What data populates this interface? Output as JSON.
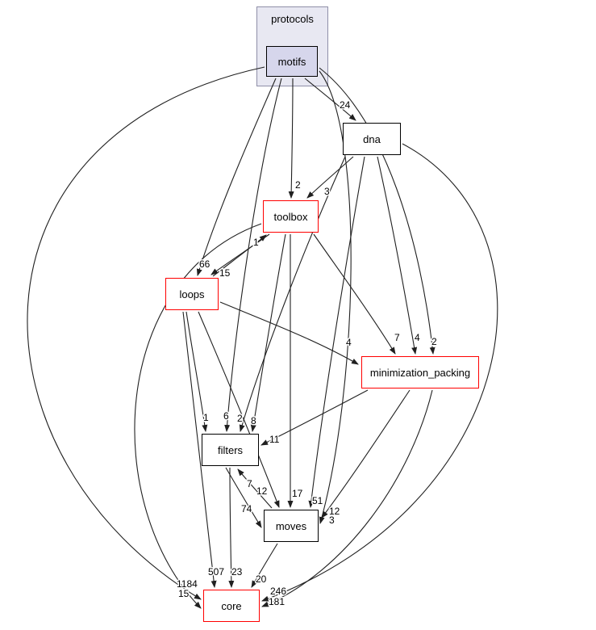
{
  "diagram": {
    "cluster": {
      "label": "protocols"
    },
    "nodes": [
      {
        "id": "motifs",
        "label": "motifs"
      },
      {
        "id": "dna",
        "label": "dna"
      },
      {
        "id": "toolbox",
        "label": "toolbox"
      },
      {
        "id": "loops",
        "label": "loops"
      },
      {
        "id": "minimization_packing",
        "label": "minimization_packing"
      },
      {
        "id": "filters",
        "label": "filters"
      },
      {
        "id": "moves",
        "label": "moves"
      },
      {
        "id": "core",
        "label": "core"
      }
    ],
    "edges": [
      {
        "from": "motifs",
        "to": "dna",
        "label": "24"
      },
      {
        "from": "motifs",
        "to": "toolbox",
        "label": "2"
      },
      {
        "from": "dna",
        "to": "toolbox",
        "label": "3"
      },
      {
        "from": "loops",
        "to": "toolbox",
        "label": "1"
      },
      {
        "from": "motifs",
        "to": "loops",
        "label": "66"
      },
      {
        "from": "toolbox",
        "to": "loops",
        "label": "15"
      },
      {
        "from": "loops",
        "to": "minimization_packing",
        "label": "4"
      },
      {
        "from": "toolbox",
        "to": "minimization_packing",
        "label": "7"
      },
      {
        "from": "dna",
        "to": "minimization_packing",
        "label": "4"
      },
      {
        "from": "motifs",
        "to": "minimization_packing",
        "label": "2"
      },
      {
        "from": "loops",
        "to": "filters",
        "label": "1"
      },
      {
        "from": "motifs",
        "to": "filters",
        "label": "6"
      },
      {
        "from": "dna",
        "to": "filters",
        "label": "2"
      },
      {
        "from": "toolbox",
        "to": "filters",
        "label": "8"
      },
      {
        "from": "minimization_packing",
        "to": "filters",
        "label": "11"
      },
      {
        "from": "moves",
        "to": "filters",
        "label": "7"
      },
      {
        "from": "loops",
        "to": "moves",
        "label": "12"
      },
      {
        "from": "toolbox",
        "to": "moves",
        "label": "17"
      },
      {
        "from": "dna",
        "to": "moves",
        "label": "51"
      },
      {
        "from": "minimization_packing",
        "to": "moves",
        "label": "12"
      },
      {
        "from": "filters",
        "to": "moves",
        "label": "74"
      },
      {
        "from": "motifs",
        "to": "moves",
        "label": "3"
      },
      {
        "from": "loops",
        "to": "core",
        "label": "507"
      },
      {
        "from": "filters",
        "to": "core",
        "label": "23"
      },
      {
        "from": "moves",
        "to": "core",
        "label": "20"
      },
      {
        "from": "dna",
        "to": "core",
        "label": "246"
      },
      {
        "from": "minimization_packing",
        "to": "core",
        "label": "181"
      },
      {
        "from": "motifs",
        "to": "core",
        "label": "1184"
      },
      {
        "from": "toolbox",
        "to": "core",
        "label": "15"
      }
    ],
    "colors": {
      "highlight_border": "#ff0000",
      "node_border": "#000000",
      "cluster_fill": "#e8e8f2",
      "cluster_border": "#8f8fa8",
      "current_node_fill": "#d6d6ec",
      "edge": "#202020"
    }
  }
}
